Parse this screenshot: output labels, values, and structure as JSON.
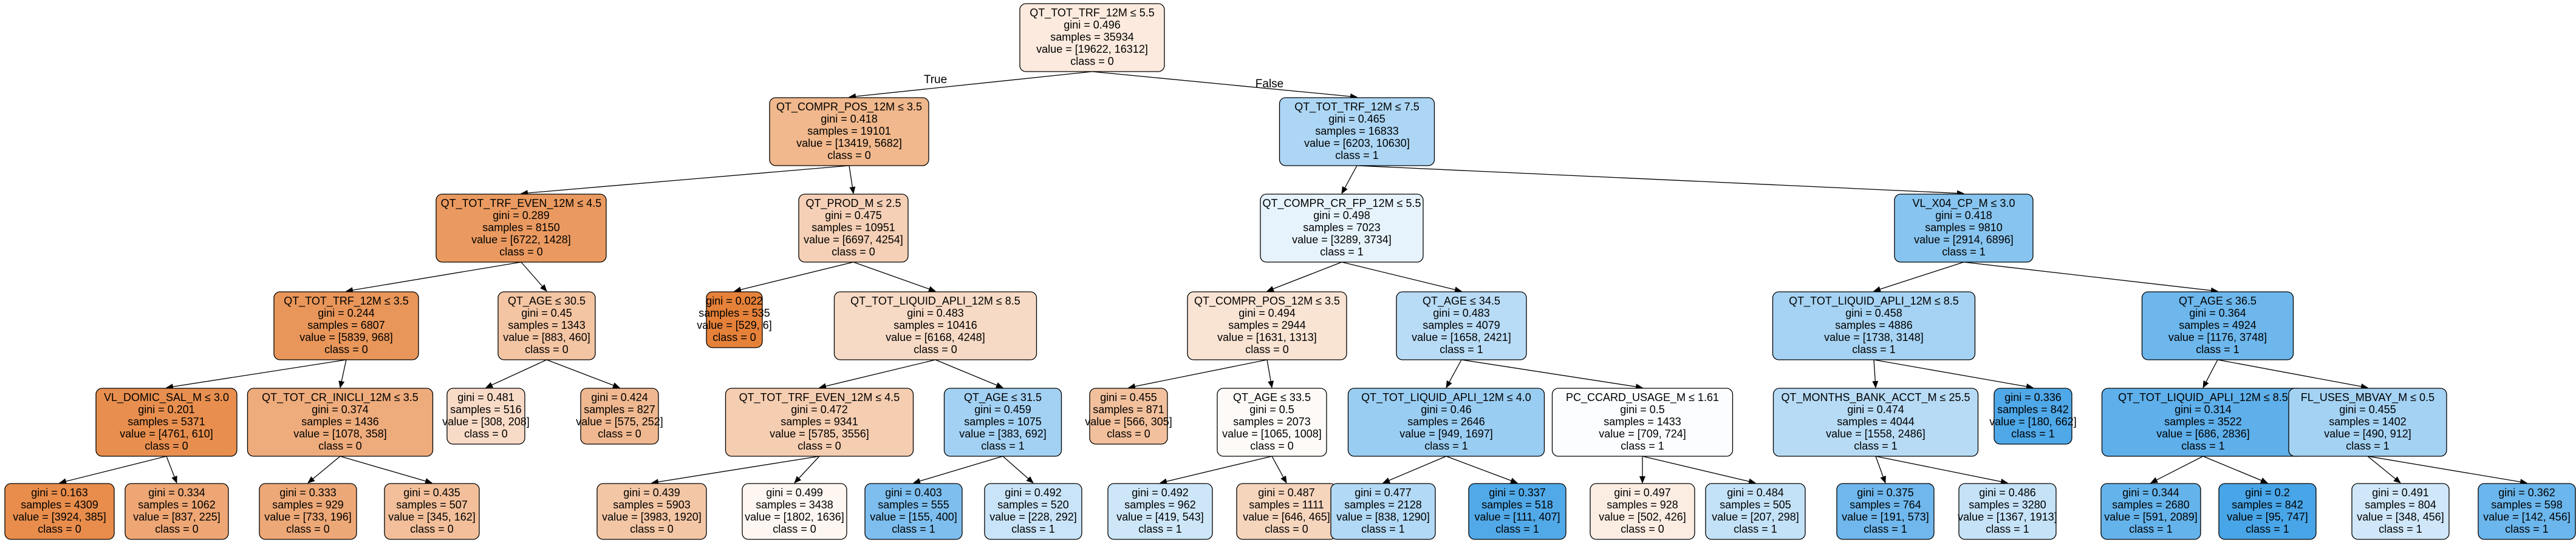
{
  "tree": {
    "edge_labels": {
      "true": "True",
      "false": "False"
    },
    "nodes": [
      {
        "id": "n0",
        "fill": "#fbeadd",
        "lines": [
          "QT_TOT_TRF_12M ≤ 5.5",
          "gini = 0.496",
          "samples = 35934",
          "value = [19622, 16312]",
          "class = 0"
        ]
      },
      {
        "id": "n1",
        "fill": "#f0b88c",
        "lines": [
          "QT_COMPR_POS_12M ≤ 3.5",
          "gini = 0.418",
          "samples = 19101",
          "value = [13419, 5682]",
          "class = 0"
        ]
      },
      {
        "id": "n2",
        "fill": "#acd6f4",
        "lines": [
          "QT_TOT_TRF_12M ≤ 7.5",
          "gini = 0.465",
          "samples = 16833",
          "value = [6203, 10630]",
          "class = 1"
        ]
      },
      {
        "id": "n3",
        "fill": "#ea9a60",
        "lines": [
          "QT_TOT_TRF_EVEN_12M ≤ 4.5",
          "gini = 0.289",
          "samples = 8150",
          "value = [6722, 1428]",
          "class = 0"
        ]
      },
      {
        "id": "n4",
        "fill": "#f5d0b6",
        "lines": [
          "QT_PROD_M ≤ 2.5",
          "gini = 0.475",
          "samples = 10951",
          "value = [6697, 4254]",
          "class = 0"
        ]
      },
      {
        "id": "n5",
        "fill": "#e6f3fc",
        "lines": [
          "QT_COMPR_CR_FP_12M ≤ 5.5",
          "gini = 0.498",
          "samples = 7023",
          "value = [3289, 3734]",
          "class = 1"
        ]
      },
      {
        "id": "n6",
        "fill": "#87c4ef",
        "lines": [
          "VL_X04_CP_M ≤ 3.0",
          "gini = 0.418",
          "samples = 9810",
          "value = [2914, 6896]",
          "class = 1"
        ]
      },
      {
        "id": "n7",
        "fill": "#e9965a",
        "lines": [
          "QT_TOT_TRF_12M ≤ 3.5",
          "gini = 0.244",
          "samples = 6807",
          "value = [5839, 968]",
          "class = 0"
        ]
      },
      {
        "id": "n8",
        "fill": "#f4c5a3",
        "lines": [
          "QT_AGE ≤ 30.5",
          "gini = 0.45",
          "samples = 1343",
          "value = [883, 460]",
          "class = 0"
        ]
      },
      {
        "id": "n9",
        "fill": "#e58139",
        "lines": [
          "gini = 0.022",
          "samples = 535",
          "value = [529, 6]",
          "class = 0"
        ]
      },
      {
        "id": "n10",
        "fill": "#f7dac5",
        "lines": [
          "QT_TOT_LIQUID_APLI_12M ≤ 8.5",
          "gini = 0.483",
          "samples = 10416",
          "value = [6168, 4248]",
          "class = 0"
        ]
      },
      {
        "id": "n11",
        "fill": "#f9e3d3",
        "lines": [
          "QT_COMPR_POS_12M ≤ 3.5",
          "gini = 0.494",
          "samples = 2944",
          "value = [1631, 1313]",
          "class = 0"
        ]
      },
      {
        "id": "n12",
        "fill": "#b9dcf6",
        "lines": [
          "QT_AGE ≤ 34.5",
          "gini = 0.483",
          "samples = 4079",
          "value = [1658, 2421]",
          "class = 1"
        ]
      },
      {
        "id": "n13",
        "fill": "#a6d3f3",
        "lines": [
          "QT_TOT_LIQUID_APLI_12M ≤ 8.5",
          "gini = 0.458",
          "samples = 4886",
          "value = [1738, 3148]",
          "class = 1"
        ]
      },
      {
        "id": "n14",
        "fill": "#6db7ec",
        "lines": [
          "QT_AGE ≤ 36.5",
          "gini = 0.364",
          "samples = 4924",
          "value = [1176, 3748]",
          "class = 1"
        ]
      },
      {
        "id": "n15",
        "fill": "#e88f4f",
        "lines": [
          "VL_DOMIC_SAL_M ≤ 3.0",
          "gini = 0.201",
          "samples = 5371",
          "value = [4761, 610]",
          "class = 0"
        ]
      },
      {
        "id": "n16",
        "fill": "#eeab7b",
        "lines": [
          "QT_TOT_CR_INICLI_12M ≤ 3.5",
          "gini = 0.374",
          "samples = 1436",
          "value = [1078, 358]",
          "class = 0"
        ]
      },
      {
        "id": "n17",
        "fill": "#f8dbc7",
        "lines": [
          "gini = 0.481",
          "samples = 516",
          "value = [308, 208]",
          "class = 0"
        ]
      },
      {
        "id": "n18",
        "fill": "#f0b890",
        "lines": [
          "gini = 0.424",
          "samples = 827",
          "value = [575, 252]",
          "class = 0"
        ]
      },
      {
        "id": "n19",
        "fill": "#f5cdb0",
        "lines": [
          "QT_TOT_TRF_EVEN_12M ≤ 4.5",
          "gini = 0.472",
          "samples = 9341",
          "value = [5785, 3556]",
          "class = 0"
        ]
      },
      {
        "id": "n20",
        "fill": "#a3d1f3",
        "lines": [
          "QT_AGE ≤ 31.5",
          "gini = 0.459",
          "samples = 1075",
          "value = [383, 692]",
          "class = 1"
        ]
      },
      {
        "id": "n21",
        "fill": "#f2c09c",
        "lines": [
          "gini = 0.455",
          "samples = 871",
          "value = [566, 305]",
          "class = 0"
        ]
      },
      {
        "id": "n22",
        "fill": "#fefaf7",
        "lines": [
          "QT_AGE ≤ 33.5",
          "gini = 0.5",
          "samples = 2073",
          "value = [1065, 1008]",
          "class = 0"
        ]
      },
      {
        "id": "n23",
        "fill": "#9acdf2",
        "lines": [
          "QT_TOT_LIQUID_APLI_12M ≤ 4.0",
          "gini = 0.46",
          "samples = 2646",
          "value = [949, 1697]",
          "class = 1"
        ]
      },
      {
        "id": "n24",
        "fill": "#fbfdff",
        "lines": [
          "PC_CCARD_USAGE_M ≤ 1.61",
          "gini = 0.5",
          "samples = 1433",
          "value = [709, 724]",
          "class = 1"
        ]
      },
      {
        "id": "n25",
        "fill": "#b7dbf5",
        "lines": [
          "QT_MONTHS_BANK_ACCT_M ≤ 25.5",
          "gini = 0.474",
          "samples = 4044",
          "value = [1558, 2486]",
          "class = 1"
        ]
      },
      {
        "id": "n26",
        "fill": "#4fa8e8",
        "lines": [
          "gini = 0.336",
          "samples = 842",
          "value = [180, 662]",
          "class = 1"
        ]
      },
      {
        "id": "n27",
        "fill": "#5eafea",
        "lines": [
          "QT_TOT_LIQUID_APLI_12M ≤ 8.5",
          "gini = 0.314",
          "samples = 3522",
          "value = [686, 2836]",
          "class = 1"
        ]
      },
      {
        "id": "n28",
        "fill": "#a4d2f3",
        "lines": [
          "FL_USES_MBVAY_M ≤ 0.5",
          "gini = 0.455",
          "samples = 1402",
          "value = [490, 912]",
          "class = 1"
        ]
      },
      {
        "id": "n29",
        "fill": "#e88d4c",
        "lines": [
          "gini = 0.163",
          "samples = 4309",
          "value = [3924, 385]",
          "class = 0"
        ]
      },
      {
        "id": "n30",
        "fill": "#eda674",
        "lines": [
          "gini = 0.334",
          "samples = 1062",
          "value = [837, 225]",
          "class = 0"
        ]
      },
      {
        "id": "n31",
        "fill": "#eda877",
        "lines": [
          "gini = 0.333",
          "samples = 929",
          "value = [733, 196]",
          "class = 0"
        ]
      },
      {
        "id": "n32",
        "fill": "#f2bf9a",
        "lines": [
          "gini = 0.435",
          "samples = 507",
          "value = [345, 162]",
          "class = 0"
        ]
      },
      {
        "id": "n33",
        "fill": "#f3c6a5",
        "lines": [
          "gini = 0.439",
          "samples = 5903",
          "value = [3983, 1920]",
          "class = 0"
        ]
      },
      {
        "id": "n34",
        "fill": "#fdf6f1",
        "lines": [
          "gini = 0.499",
          "samples = 3438",
          "value = [1802, 1636]",
          "class = 0"
        ]
      },
      {
        "id": "n35",
        "fill": "#7dbeee",
        "lines": [
          "gini = 0.403",
          "samples = 555",
          "value = [155, 400]",
          "class = 1"
        ]
      },
      {
        "id": "n36",
        "fill": "#c9e4f8",
        "lines": [
          "gini = 0.492",
          "samples = 520",
          "value = [228, 292]",
          "class = 1"
        ]
      },
      {
        "id": "n37",
        "fill": "#cde6f8",
        "lines": [
          "gini = 0.492",
          "samples = 962",
          "value = [419, 543]",
          "class = 1"
        ]
      },
      {
        "id": "n38",
        "fill": "#f6d5bd",
        "lines": [
          "gini = 0.487",
          "samples = 1111",
          "value = [646, 465]",
          "class = 0"
        ]
      },
      {
        "id": "n39",
        "fill": "#b2d9f5",
        "lines": [
          "gini = 0.477",
          "samples = 2128",
          "value = [838, 1290]",
          "class = 1"
        ]
      },
      {
        "id": "n40",
        "fill": "#51a9e8",
        "lines": [
          "gini = 0.337",
          "samples = 518",
          "value = [111, 407]",
          "class = 1"
        ]
      },
      {
        "id": "n41",
        "fill": "#fcede3",
        "lines": [
          "gini = 0.497",
          "samples = 928",
          "value = [502, 426]",
          "class = 0"
        ]
      },
      {
        "id": "n42",
        "fill": "#c4e2f7",
        "lines": [
          "gini = 0.484",
          "samples = 505",
          "value = [207, 298]",
          "class = 1"
        ]
      },
      {
        "id": "n43",
        "fill": "#6fb7ec",
        "lines": [
          "gini = 0.375",
          "samples = 764",
          "value = [191, 573]",
          "class = 1"
        ]
      },
      {
        "id": "n44",
        "fill": "#c5e2f7",
        "lines": [
          "gini = 0.486",
          "samples = 3280",
          "value = [1367, 1913]",
          "class = 1"
        ]
      },
      {
        "id": "n45",
        "fill": "#65b3eb",
        "lines": [
          "gini = 0.344",
          "samples = 2680",
          "value = [591, 2089]",
          "class = 1"
        ]
      },
      {
        "id": "n46",
        "fill": "#48a5e7",
        "lines": [
          "gini = 0.2",
          "samples = 842",
          "value = [95, 747]",
          "class = 1"
        ]
      },
      {
        "id": "n47",
        "fill": "#cfe7f9",
        "lines": [
          "gini = 0.491",
          "samples = 804",
          "value = [348, 456]",
          "class = 1"
        ]
      },
      {
        "id": "n48",
        "fill": "#6bb6ec",
        "lines": [
          "gini = 0.362",
          "samples = 598",
          "value = [142, 456]",
          "class = 1"
        ]
      }
    ],
    "edges": [
      [
        "n0",
        "n1"
      ],
      [
        "n0",
        "n2"
      ],
      [
        "n1",
        "n3"
      ],
      [
        "n1",
        "n4"
      ],
      [
        "n2",
        "n5"
      ],
      [
        "n2",
        "n6"
      ],
      [
        "n3",
        "n7"
      ],
      [
        "n3",
        "n8"
      ],
      [
        "n4",
        "n9"
      ],
      [
        "n4",
        "n10"
      ],
      [
        "n5",
        "n11"
      ],
      [
        "n5",
        "n12"
      ],
      [
        "n6",
        "n13"
      ],
      [
        "n6",
        "n14"
      ],
      [
        "n7",
        "n15"
      ],
      [
        "n7",
        "n16"
      ],
      [
        "n8",
        "n17"
      ],
      [
        "n8",
        "n18"
      ],
      [
        "n10",
        "n19"
      ],
      [
        "n10",
        "n20"
      ],
      [
        "n11",
        "n21"
      ],
      [
        "n11",
        "n22"
      ],
      [
        "n12",
        "n23"
      ],
      [
        "n12",
        "n24"
      ],
      [
        "n13",
        "n25"
      ],
      [
        "n13",
        "n26"
      ],
      [
        "n14",
        "n27"
      ],
      [
        "n14",
        "n28"
      ],
      [
        "n15",
        "n29"
      ],
      [
        "n15",
        "n30"
      ],
      [
        "n16",
        "n31"
      ],
      [
        "n16",
        "n32"
      ],
      [
        "n19",
        "n33"
      ],
      [
        "n19",
        "n34"
      ],
      [
        "n20",
        "n35"
      ],
      [
        "n20",
        "n36"
      ],
      [
        "n22",
        "n37"
      ],
      [
        "n22",
        "n38"
      ],
      [
        "n23",
        "n39"
      ],
      [
        "n23",
        "n40"
      ],
      [
        "n24",
        "n41"
      ],
      [
        "n24",
        "n42"
      ],
      [
        "n25",
        "n43"
      ],
      [
        "n25",
        "n44"
      ],
      [
        "n27",
        "n45"
      ],
      [
        "n27",
        "n46"
      ],
      [
        "n28",
        "n47"
      ],
      [
        "n28",
        "n48"
      ]
    ]
  }
}
